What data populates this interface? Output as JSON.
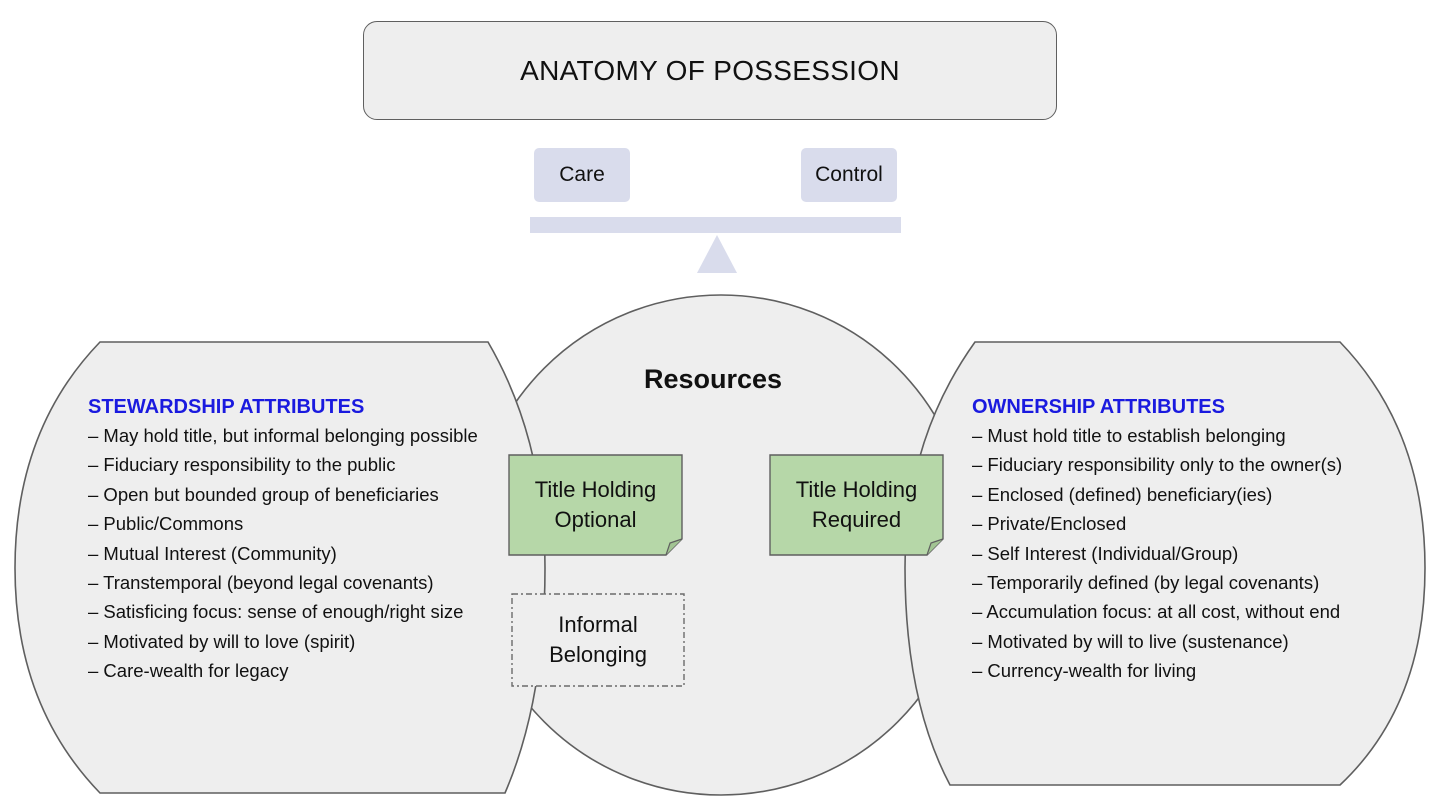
{
  "title": "ANATOMY OF POSSESSION",
  "scale": {
    "left_pan": "Care",
    "right_pan": "Control"
  },
  "center": {
    "heading": "Resources"
  },
  "notes": {
    "optional": [
      "Title Holding",
      "Optional"
    ],
    "required": [
      "Title Holding",
      "Required"
    ],
    "informal": [
      "Informal",
      "Belonging"
    ]
  },
  "stewardship": {
    "heading": "STEWARDSHIP ATTRIBUTES",
    "items": [
      "– May hold title, but informal belonging possible",
      "– Fiduciary responsibility to the public",
      "– Open but bounded group of beneficiaries",
      "– Public/Commons",
      "– Mutual Interest (Community)",
      "– Transtemporal (beyond legal covenants)",
      "– Satisficing focus: sense of enough/right size",
      "– Motivated by will to love (spirit)",
      "– Care-wealth for legacy"
    ]
  },
  "ownership": {
    "heading": "OWNERSHIP ATTRIBUTES",
    "items": [
      "– Must hold title to establish belonging",
      "– Fiduciary responsibility only to the owner(s)",
      "– Enclosed (defined) beneficiary(ies)",
      "– Private/Enclosed",
      "– Self Interest (Individual/Group)",
      "– Temporarily defined (by legal covenants)",
      "– Accumulation focus: at all cost, without end",
      "– Motivated by will to live (sustenance)",
      "– Currency-wealth for living"
    ]
  },
  "colors": {
    "heading_blue": "#1a1adf",
    "shape_fill": "#eeeeee",
    "scale_fill": "#d9dcec",
    "note_fill": "#b6d7a8",
    "outline": "#5f5f5f"
  }
}
